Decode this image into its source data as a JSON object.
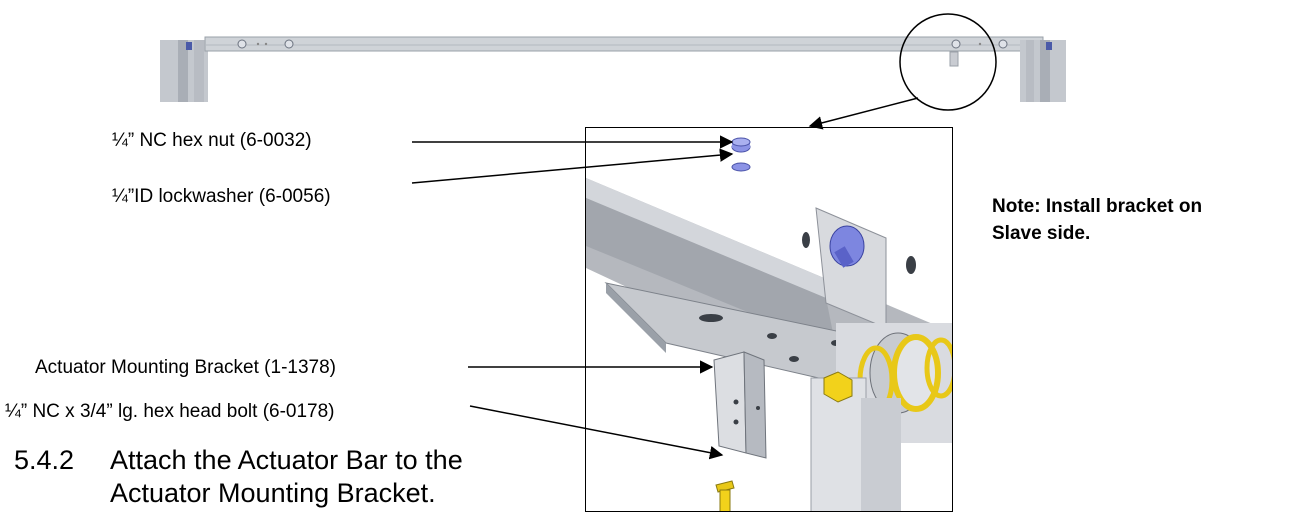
{
  "callouts": {
    "hex_nut": "¼” NC hex nut (6-0032)",
    "lockwasher": "¼”ID lockwasher (6-0056)",
    "bracket": "Actuator Mounting Bracket (1-1378)",
    "bolt": "¼” NC x 3/4” lg. hex head bolt (6-0178)"
  },
  "note": {
    "line1": "Note: Install bracket on",
    "line2": "Slave side."
  },
  "step": {
    "number": "5.4.2",
    "line1": "Attach the Actuator Bar to the",
    "line2": "Actuator Mounting Bracket."
  },
  "colors": {
    "steel": "#c9ccd2",
    "steel_dark": "#8f949c",
    "bolt_blue": "#7d86e0",
    "bolt_yellow": "#f2d21b"
  }
}
